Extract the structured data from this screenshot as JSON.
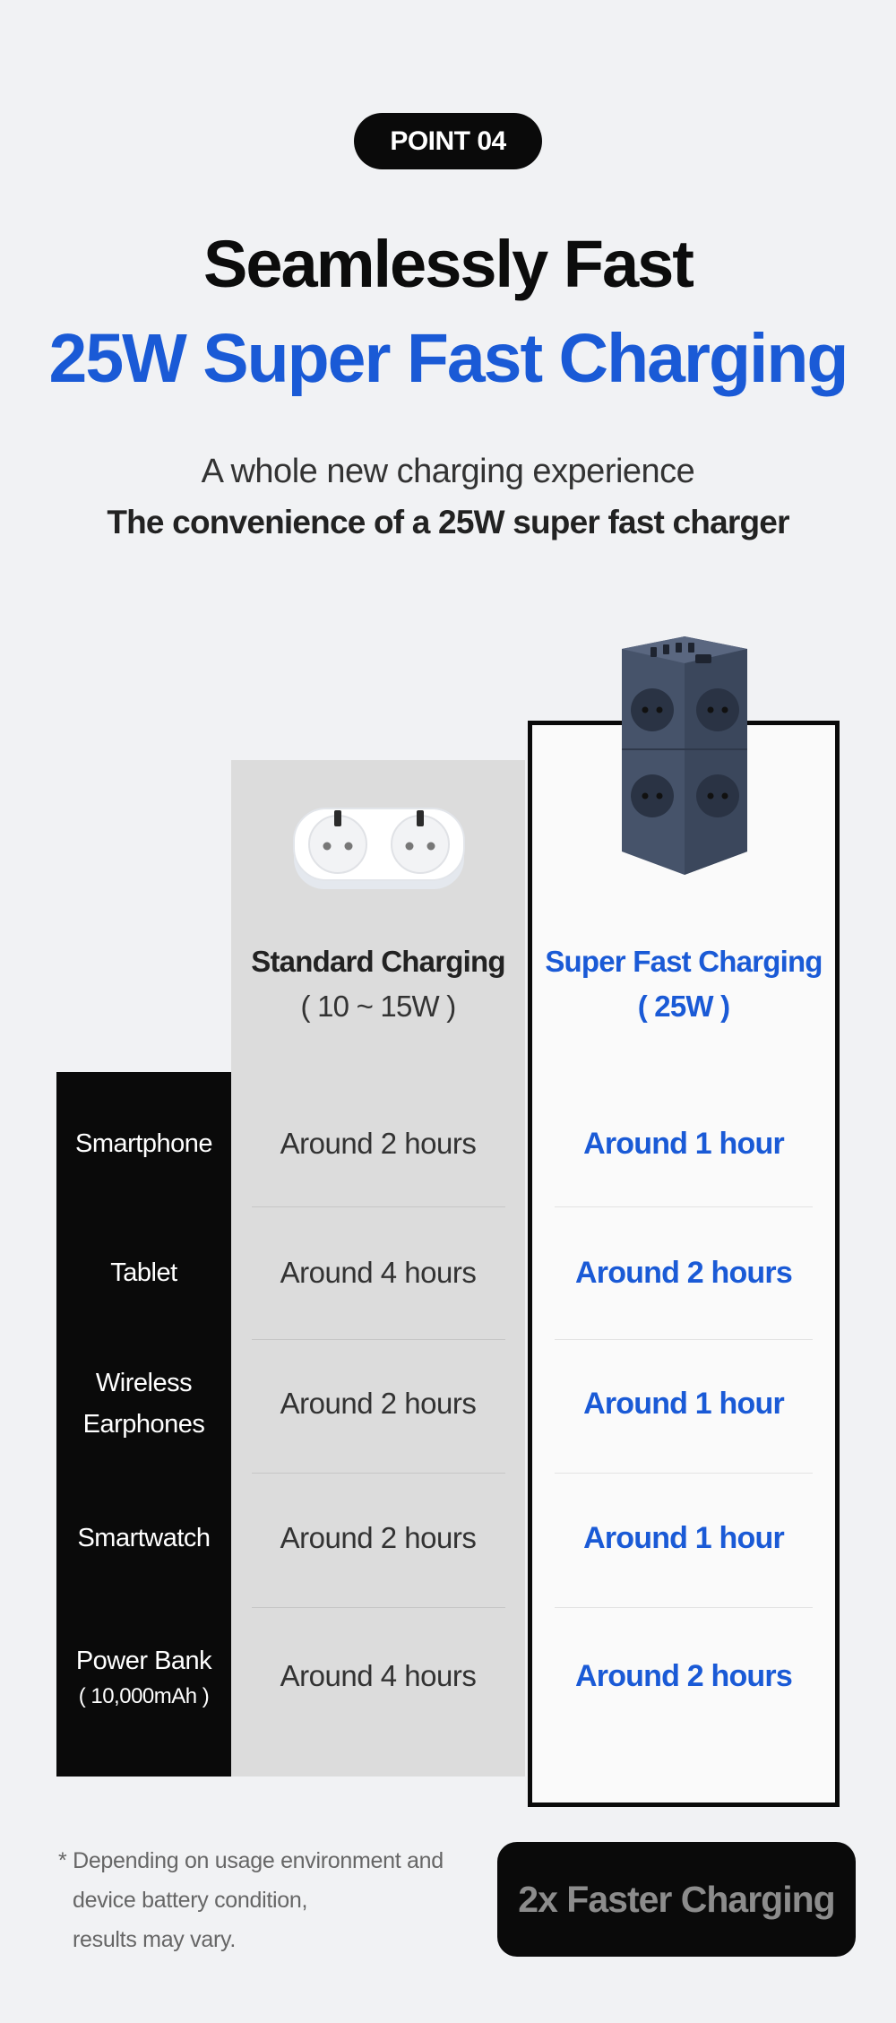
{
  "badge": "POINT 04",
  "headline": {
    "line1": "Seamlessly Fast",
    "line2": "25W Super Fast Charging"
  },
  "subtitle": {
    "line1": "A whole new charging experience",
    "line2": "The convenience of a 25W super fast charger"
  },
  "comparison": {
    "standard": {
      "title": "Standard Charging",
      "watt": "( 10 ~ 15W )"
    },
    "fast": {
      "title": "Super Fast Charging",
      "watt": "( 25W )"
    },
    "rows": [
      {
        "label": "Smartphone",
        "label_sub": "",
        "standard": "Around 2 hours",
        "fast": "Around 1 hour"
      },
      {
        "label": "Tablet",
        "label_sub": "",
        "standard": "Around 4 hours",
        "fast": "Around 2 hours"
      },
      {
        "label": "Wireless Earphones",
        "label_sub": "",
        "standard": "Around 2 hours",
        "fast": "Around 1 hour"
      },
      {
        "label": "Smartwatch",
        "label_sub": "",
        "standard": "Around 2 hours",
        "fast": "Around 1 hour"
      },
      {
        "label": "Power Bank",
        "label_sub": "( 10,000mAh )",
        "standard": "Around 4 hours",
        "fast": "Around 2 hours"
      }
    ]
  },
  "footnote": {
    "line1": "* Depending on usage environment and",
    "line2": "device battery condition,",
    "line3": "results may vary."
  },
  "cta": "2x Faster Charging",
  "colors": {
    "accent": "#1a5ad6",
    "dark": "#0a0a0a",
    "background": "#f1f2f4"
  },
  "icons": {
    "standard_product": "double-socket-icon",
    "fast_product": "power-tower-icon"
  }
}
